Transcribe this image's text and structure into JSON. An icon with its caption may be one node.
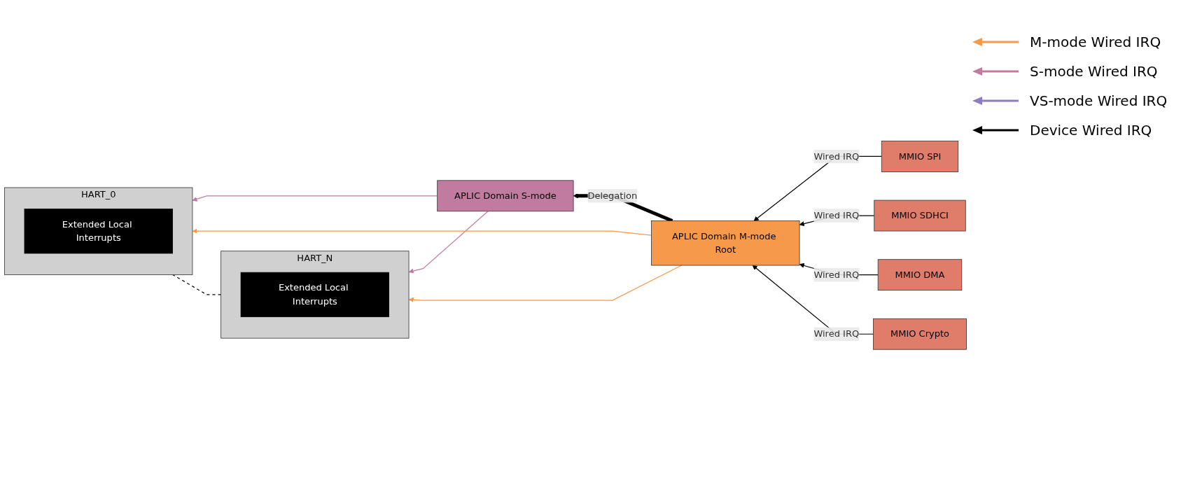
{
  "diagram": {
    "nodes": [
      {
        "text": [
          "HART_N"
        ]
      },
      {
        "text": [
          "Extended Local Interrupts"
        ],
        "in": 0
      },
      {
        "text": [
          "HART_0"
        ]
      },
      {
        "text": [
          "Extended Local Interrupts"
        ],
        "in": 2
      },
      {
        "text": [
          "APLIC Domain S-mode"
        ]
      },
      {
        "text": [
          "APLIC Domain M-mode Root"
        ]
      },
      {
        "text": [
          "MMIO SPI"
        ]
      },
      {
        "text": [
          "MMIO SDHCI"
        ]
      },
      {
        "text": [
          "MMIO DMA"
        ]
      },
      {
        "text": [
          "MMIO Crypto"
        ]
      }
    ],
    "edges": [
      {
        "from": 4,
        "to": 0,
        "arrow": "to",
        "color": "#c27ba0"
      },
      {
        "from": 4,
        "to": 2,
        "arrow": "to",
        "color": "#c27ba0"
      },
      {
        "from": 5,
        "to": 0,
        "arrow": "to",
        "color": "#f6994a"
      },
      {
        "from": 5,
        "to": 2,
        "arrow": "to",
        "color": "#f6994a"
      },
      {
        "from": 5,
        "to": 4,
        "arrow": "to",
        "style": "thick",
        "label": "Delegation"
      },
      {
        "from": 6,
        "to": 5,
        "arrow": "to",
        "label": "Wired IRQ"
      },
      {
        "from": 7,
        "to": 5,
        "arrow": "to",
        "label": "Wired IRQ"
      },
      {
        "from": 8,
        "to": 5,
        "arrow": "to",
        "label": "Wired IRQ"
      },
      {
        "from": 9,
        "to": 5,
        "arrow": "to",
        "label": "Wired IRQ"
      },
      {
        "from": 0,
        "to": 2,
        "arrow": "none",
        "style": "dashed"
      }
    ],
    "legend": [
      {
        "text": "M-mode Wired IRQ"
      },
      {
        "text": "S-mode Wired IRQ"
      },
      {
        "text": "VS-mode Wired IRQ"
      },
      {
        "text": "Device Wired IRQ"
      }
    ]
  }
}
